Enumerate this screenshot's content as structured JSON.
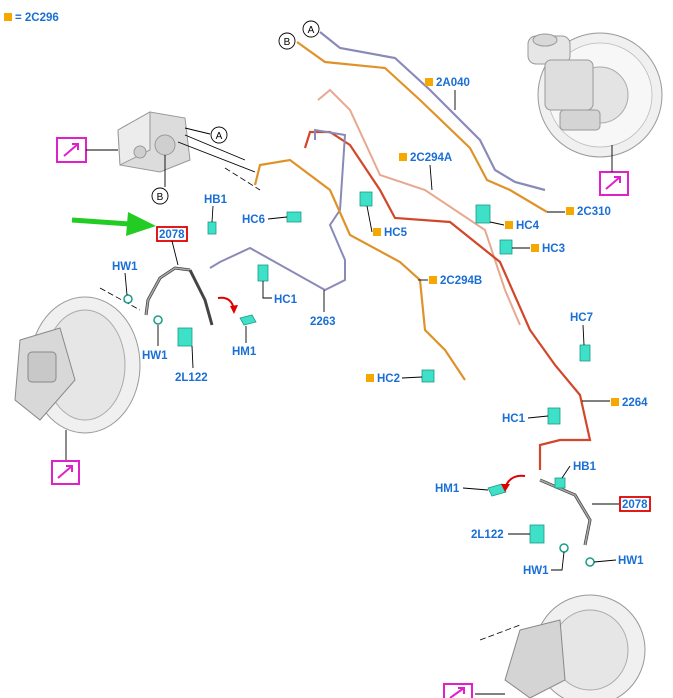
{
  "legend": {
    "text": "= 2C296",
    "color": "#f5a800"
  },
  "callouts": {
    "a": "A",
    "b": "B"
  },
  "labels": {
    "l2A040": "2A040",
    "l2C294A": "2C294A",
    "l2C310": "2C310",
    "l2C294B": "2C294B",
    "l2263": "2263",
    "l2264": "2264",
    "l2078_left": "2078",
    "l2078_right": "2078",
    "hb1_left": "HB1",
    "hb1_right": "HB1",
    "hc6": "HC6",
    "hc5": "HC5",
    "hc4": "HC4",
    "hc3": "HC3",
    "hc1_left": "HC1",
    "hc1_right": "HC1",
    "hc2": "HC2",
    "hc7": "HC7",
    "hw1_left_top": "HW1",
    "hw1_left_bottom": "HW1",
    "hw1_right_1": "HW1",
    "hw1_right_2": "HW1",
    "hm1_left": "HM1",
    "hm1_right": "HM1",
    "l2L122_left": "2L122",
    "l2L122_right": "2L122"
  },
  "colors": {
    "orange_pipe": "#e0922a",
    "red_pipe": "#d2462a",
    "purple_pipe": "#8a8ab8",
    "salmon_pipe": "#e8a890",
    "magenta_box": "#e020c8",
    "red_box": "#e00000",
    "arrow_green": "#22cc22",
    "label_blue": "#1a6fd6",
    "accent_orange": "#f5a800"
  }
}
